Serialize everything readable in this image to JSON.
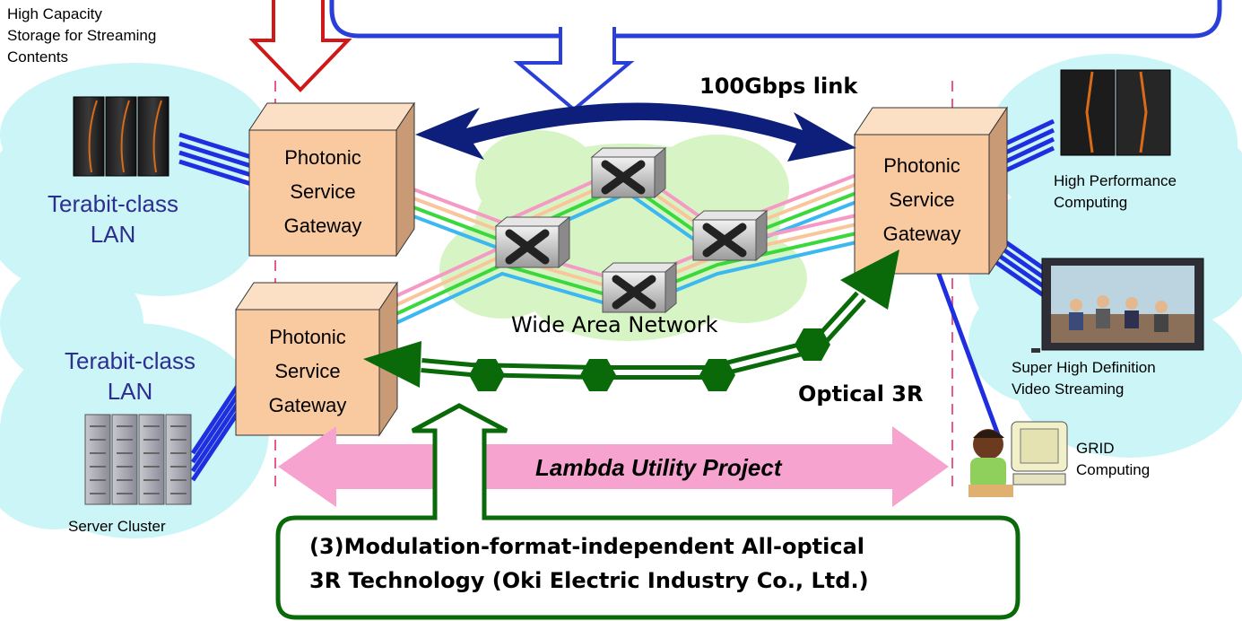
{
  "storage": {
    "line1": "High Capacity",
    "line2": "Storage for Streaming",
    "line3": "Contents"
  },
  "lan_top": {
    "line1": "Terabit-class",
    "line2": "LAN"
  },
  "lan_bottom": {
    "line1": "Terabit-class",
    "line2": "LAN"
  },
  "server_cluster": "Server Cluster",
  "gateways": [
    {
      "line1": "Photonic",
      "line2": "Service",
      "line3": "Gateway"
    },
    {
      "line1": "Photonic",
      "line2": "Service",
      "line3": "Gateway"
    },
    {
      "line1": "Photonic",
      "line2": "Service",
      "line3": "Gateway"
    }
  ],
  "link_label": "100Gbps link",
  "wan_label": "Wide Area Network",
  "optical_3r": "Optical 3R",
  "hpc": {
    "line1": "High Performance",
    "line2": "Computing"
  },
  "video": {
    "line1": "Super High Definition",
    "line2": "Video Streaming"
  },
  "grid": {
    "line1": "GRID",
    "line2": "Computing"
  },
  "project_banner": "Lambda Utility Project",
  "callout_bottom": {
    "line1": "(3)Modulation-format-independent All-optical",
    "line2": " 3R Technology (Oki Electric Industry Co., Ltd.)"
  },
  "colors": {
    "gateway_face": "#f9c9a0",
    "gateway_side": "#c89a76",
    "gateway_top": "#fbe0c6",
    "cloud": "#ccf5f8",
    "wan_cloud": "#d7f5c4",
    "link": "#0d1f7a",
    "three_r": "#0a6a0a",
    "banner": "#f7a3d0"
  }
}
